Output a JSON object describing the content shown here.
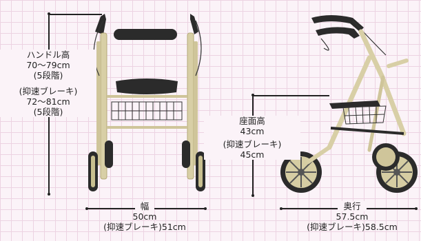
{
  "front_view": {
    "handle_height": {
      "title": "ハンドル高",
      "standard": "70〜79cm",
      "standard_steps": "(5段階)",
      "brake_label": "(抑速ブレーキ)",
      "brake_value": "72〜81cm",
      "brake_steps": "(5段階)"
    },
    "width": {
      "title": "幅",
      "standard": "50cm",
      "brake": "(抑速ブレーキ)51cm"
    }
  },
  "side_view": {
    "seat_height": {
      "title": "座面高",
      "standard": "43cm",
      "brake_label": "(抑速ブレーキ)",
      "brake_value": "45cm"
    },
    "depth": {
      "title": "奥行",
      "standard": "57.5cm",
      "brake": "(抑速ブレーキ)58.5cm"
    }
  },
  "colors": {
    "frame": "#d8cfa6",
    "dark": "#2b2b2b",
    "background": "#fbf3f8",
    "grid": "#ecd3e2"
  }
}
